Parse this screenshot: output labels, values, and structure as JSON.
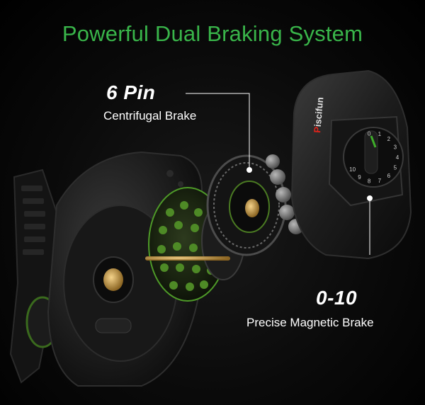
{
  "headline": "Powerful Dual Braking System",
  "callouts": {
    "centrifugal": {
      "value": "6 Pin",
      "label": "Centrifugal Brake"
    },
    "magnetic": {
      "value": "0-10",
      "label": "Precise Magnetic Brake"
    }
  },
  "brand_text": "Piscifun",
  "dial_numbers": [
    "0",
    "1",
    "2",
    "3",
    "4",
    "5",
    "6",
    "7",
    "8",
    "9",
    "10"
  ],
  "colors": {
    "headline_green": "#39b54a",
    "accent_green": "#3fae2a",
    "brand_red": "#e2231a",
    "callout_text": "#ffffff"
  },
  "icons": {
    "reel": "baitcasting-reel-exploded-illustration"
  }
}
